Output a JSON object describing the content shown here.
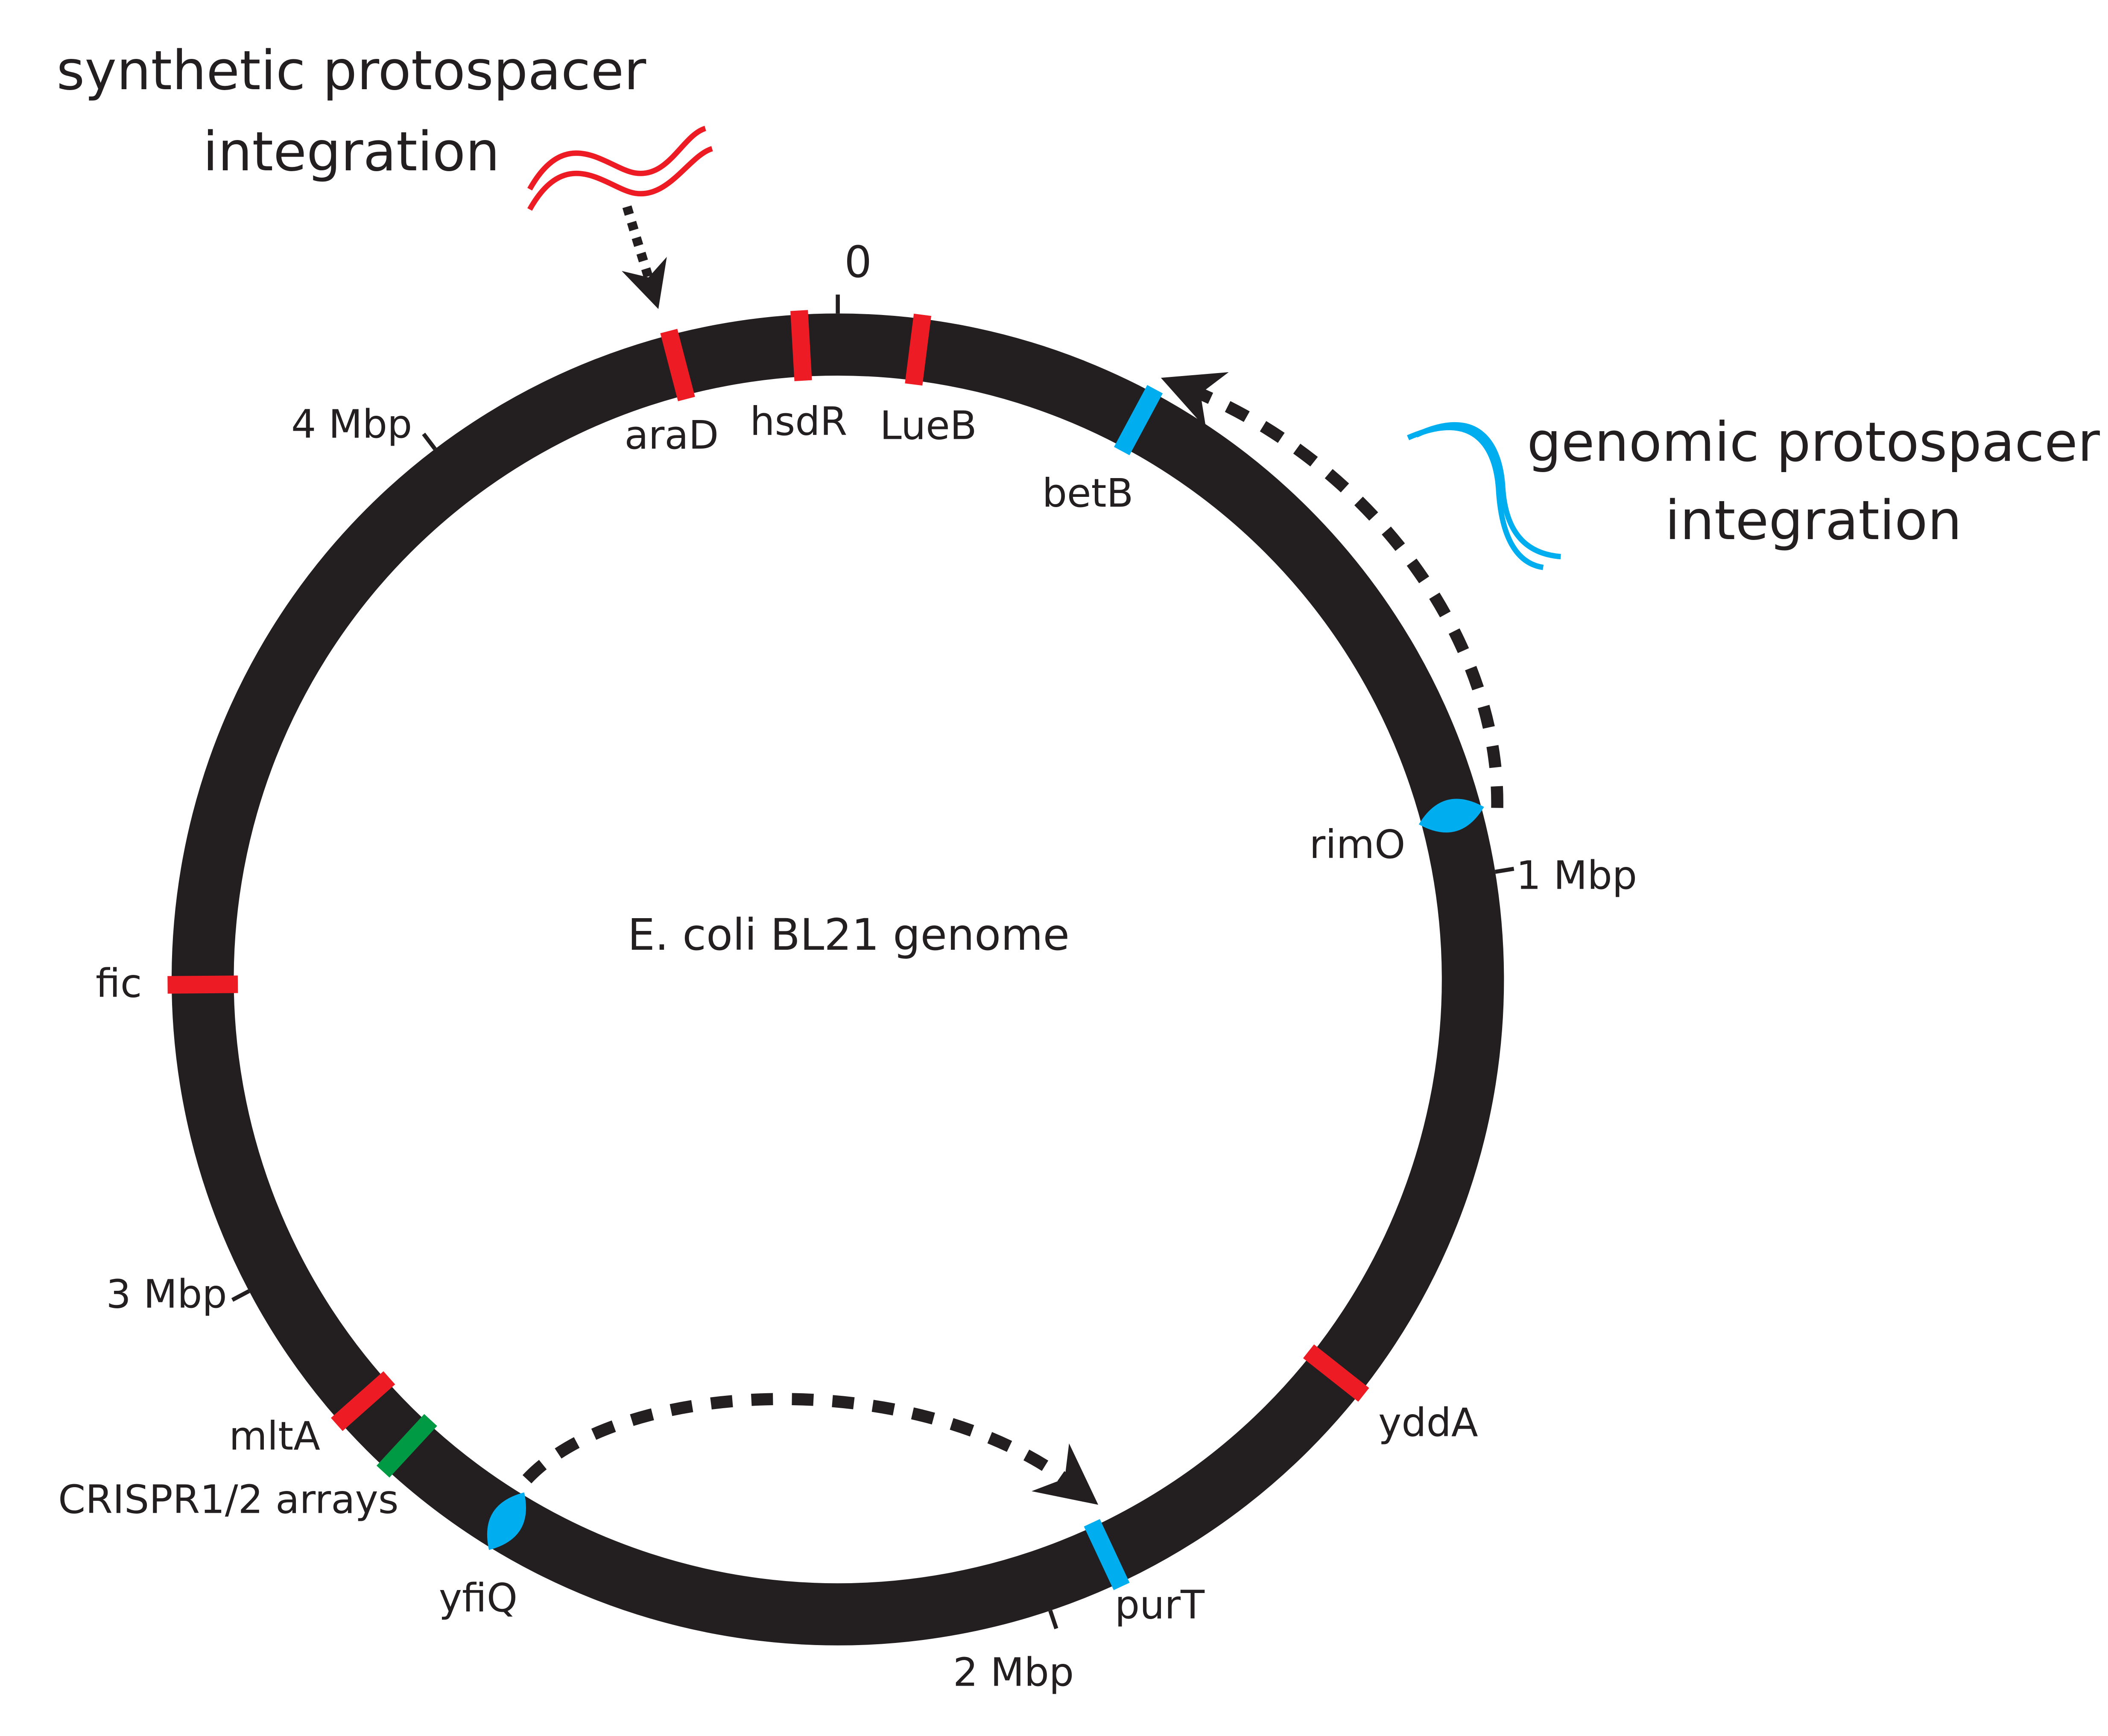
{
  "title_center": "E. coli BL21 genome",
  "annotations": {
    "synthetic": {
      "line1": "synthetic protospacer",
      "line2": "integration"
    },
    "genomic": {
      "line1": "genomic protospacer",
      "line2": "integration"
    }
  },
  "colors": {
    "genome": "#231f20",
    "synthetic": "#ed1c24",
    "genomic": "#00aeef",
    "crispr": "#009a44"
  },
  "ticks": [
    {
      "label": "0",
      "mbp": 0
    },
    {
      "label": "1 Mbp",
      "mbp": 1
    },
    {
      "label": "2 Mbp",
      "mbp": 2
    },
    {
      "label": "3 Mbp",
      "mbp": 3
    },
    {
      "label": "4 Mbp",
      "mbp": 4
    }
  ],
  "genes": [
    {
      "name": "araD",
      "mbp": 4.28,
      "type": "synthetic"
    },
    {
      "name": "hsdR",
      "mbp": 4.42,
      "type": "synthetic"
    },
    {
      "name": "LueB",
      "mbp": 0.09,
      "type": "synthetic"
    },
    {
      "name": "betB",
      "mbp": 0.35,
      "type": "genomic"
    },
    {
      "name": "rimO",
      "mbp": 0.93,
      "type": "genomic-source"
    },
    {
      "name": "yddA",
      "mbp": 1.59,
      "type": "synthetic"
    },
    {
      "name": "purT",
      "mbp": 1.92,
      "type": "genomic"
    },
    {
      "name": "yfiQ",
      "mbp": 2.62,
      "type": "genomic-source"
    },
    {
      "name": "CRISPR1/2 arrays",
      "mbp": 2.76,
      "type": "crispr"
    },
    {
      "name": "mltA",
      "mbp": 2.83,
      "type": "synthetic"
    },
    {
      "name": "fic",
      "mbp": 3.34,
      "type": "synthetic"
    }
  ]
}
